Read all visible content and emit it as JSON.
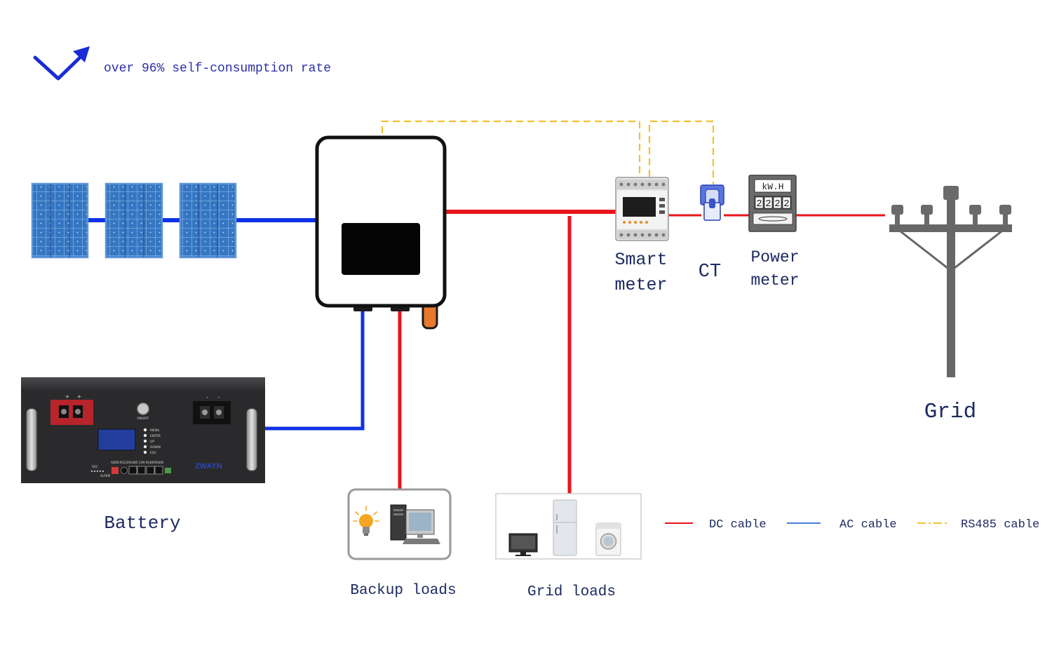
{
  "headline": {
    "text": "over 96% self-consumption rate",
    "icon": "check-arrow-icon"
  },
  "colors": {
    "dc_cable": "#e8141b",
    "ac_cable": "#1032e6",
    "rs485_cable": "#f2c12e",
    "label_text": "#1d2a62"
  },
  "smart_meter": {
    "label_line1": "Smart",
    "label_line2": "meter",
    "icon": "smart-meter-icon"
  },
  "ct": {
    "label": "CT",
    "icon": "ct-clamp-icon"
  },
  "power_meter": {
    "label_line1": "Power",
    "label_line2": "meter",
    "unit": "kW.H",
    "digits": [
      "2",
      "2",
      "2",
      "2"
    ],
    "icon": "energy-meter-icon"
  },
  "grid": {
    "label": "Grid",
    "icon": "utility-pole-icon"
  },
  "inverter": {
    "icon": "hybrid-inverter-icon"
  },
  "solar": {
    "icon": "solar-panel-icon"
  },
  "battery": {
    "label": "Battery",
    "brand": "ZWAYN",
    "positive_marks": [
      "+",
      "+"
    ],
    "negative_marks": [
      "-",
      "-"
    ],
    "button_label": "ON/OFF",
    "key_labels": [
      "MENU",
      "ENTER",
      "UP",
      "DOWN",
      "ESC"
    ],
    "port_labels": [
      "ADDR",
      "RS232",
      "RS485",
      "CAN",
      "RS485",
      "RS485"
    ],
    "indicator_labels": [
      "SOC",
      "ALARM"
    ],
    "icon": "rack-battery-icon"
  },
  "backup_loads": {
    "label": "Backup loads",
    "icons": [
      "light-bulb-icon",
      "desktop-computer-icon"
    ]
  },
  "grid_loads": {
    "label": "Grid loads",
    "icons": [
      "television-icon",
      "refrigerator-icon",
      "washing-machine-icon"
    ]
  },
  "legend": [
    {
      "label": "DC cable",
      "color": "#e8141b"
    },
    {
      "label": "AC cable",
      "color": "#4a80d6"
    },
    {
      "label": "RS485 cable",
      "color": "#f2c12e"
    }
  ]
}
